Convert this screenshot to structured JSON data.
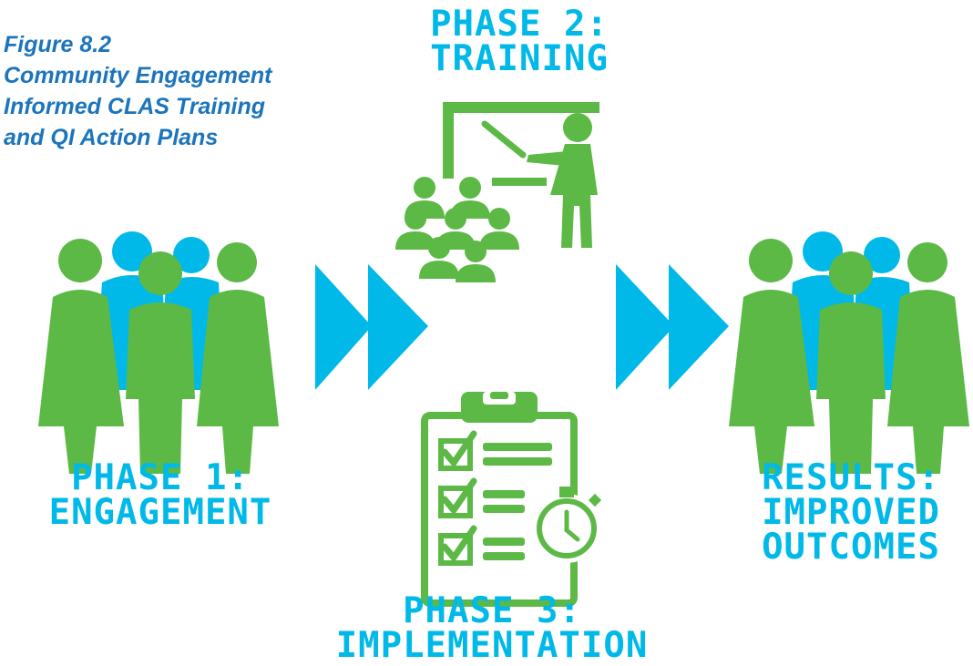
{
  "caption": {
    "lines": [
      "Figure 8.2",
      "Community Engagement",
      "Informed CLAS Training",
      "and QI Action Plans"
    ]
  },
  "phases": {
    "phase1": {
      "lines": [
        "PHASE 1:",
        "ENGAGEMENT"
      ]
    },
    "phase2": {
      "lines": [
        "PHASE 2:",
        "TRAINING"
      ]
    },
    "phase3": {
      "lines": [
        "PHASE 3:",
        "IMPLEMENTATION"
      ]
    },
    "results": {
      "lines": [
        "RESULTS:",
        "IMPROVED",
        "OUTCOMES"
      ]
    }
  },
  "colors": {
    "green": "#5cb946",
    "blue": "#00b9e8",
    "caption_blue": "#1c75bc"
  },
  "icons": {
    "engagement": "community-group-icon",
    "training": "classroom-teacher-icon",
    "implementation": "clipboard-checklist-stopwatch-icon",
    "results": "community-group-icon",
    "arrows": "double-chevron-right-icon"
  }
}
